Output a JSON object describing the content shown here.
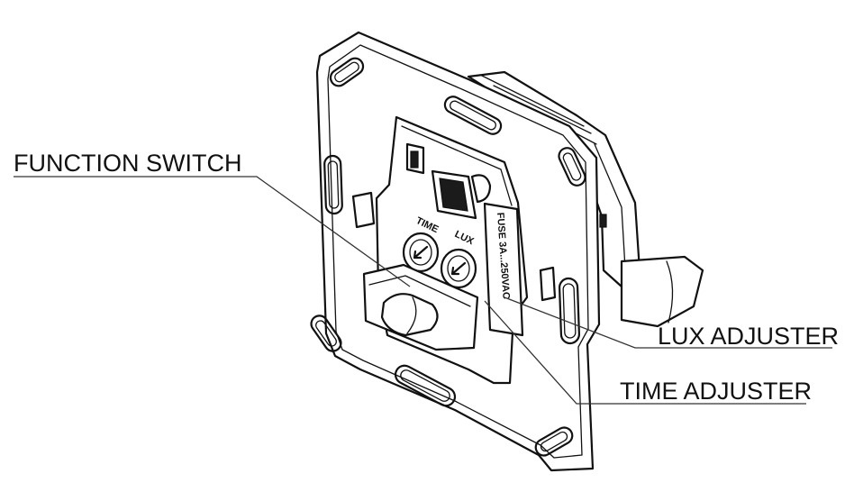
{
  "callouts": {
    "function_switch": "FUNCTION SWITCH",
    "lux_adjuster": "LUX ADJUSTER",
    "time_adjuster": "TIME ADJUSTER"
  },
  "device_labels": {
    "time_knob": "TIME",
    "lux_knob": "LUX",
    "fuse": "FUSE 3A...250VAC"
  }
}
